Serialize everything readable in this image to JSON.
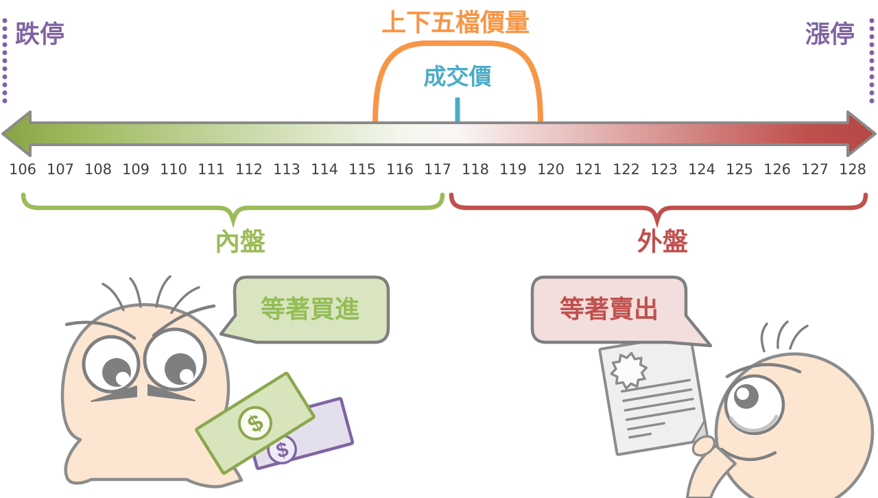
{
  "page": {
    "type": "stock-price-limit-diagram"
  },
  "labels": {
    "limit_down": "跌停",
    "limit_up": "漲停",
    "five_level_range": "上下五檔價量",
    "deal_price": "成交價",
    "inner_market": "內盤",
    "outer_market": "外盤",
    "bubble_buy": "等著買進",
    "bubble_sell": "等著賣出",
    "dollar_sign": "$"
  },
  "price_scale": {
    "min": 106,
    "max": 128,
    "ticks": [
      "106",
      "107",
      "108",
      "109",
      "110",
      "111",
      "112",
      "113",
      "114",
      "115",
      "116",
      "117",
      "118",
      "119",
      "120",
      "121",
      "122",
      "123",
      "124",
      "125",
      "126",
      "127",
      "128"
    ]
  },
  "markers": {
    "deal_price_position_between": [
      "117",
      "118"
    ],
    "inner_market_range": [
      "106",
      "117"
    ],
    "outer_market_range": [
      "118",
      "128"
    ]
  },
  "colors": {
    "purple": "#8064A2",
    "orange": "#F79646",
    "teal": "#4BACC6",
    "green": "#9BBB59",
    "red": "#C0504D",
    "outline_gray": "#7F7F7F",
    "number_gray": "#3F3F3F",
    "skin": "#FCE6D2",
    "bubble_green_fill": "#D9E5C1",
    "bubble_red_fill": "#F2DEDD",
    "note_green_fill": "#D8E4BC",
    "note_purple_fill": "#E4DFEC",
    "paper_gray": "#F0EFEF",
    "arrow_green_end": "#8FAC4B",
    "arrow_red_end": "#BC4A47"
  }
}
